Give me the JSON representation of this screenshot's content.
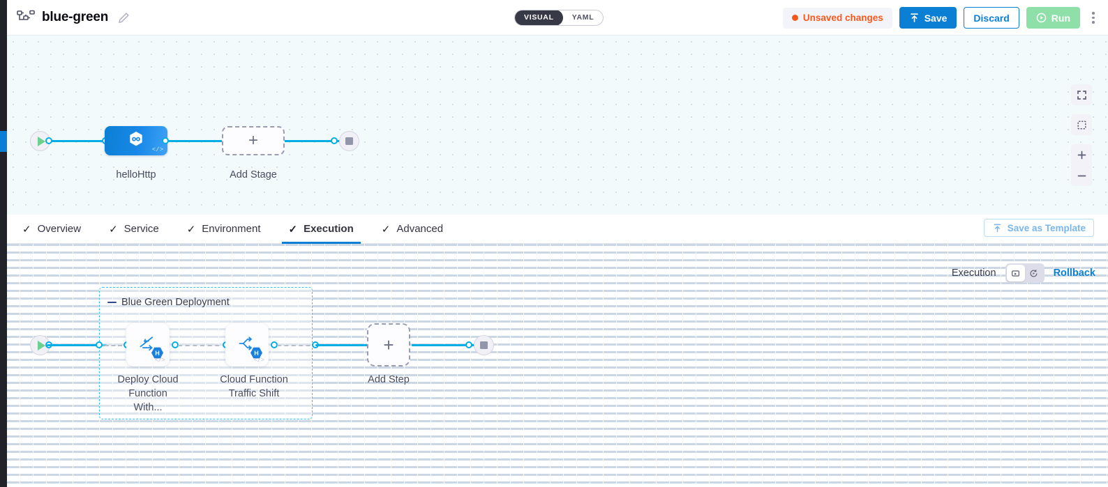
{
  "header": {
    "pipeline_icon": "pipeline-icon",
    "title": "blue-green",
    "edit_icon": "pencil-icon",
    "view_toggle": {
      "options": [
        "VISUAL",
        "YAML"
      ],
      "selected": "VISUAL"
    },
    "unsaved_label": "Unsaved changes",
    "save_label": "Save",
    "discard_label": "Discard",
    "run_label": "Run",
    "more_menu": "kebab-menu-icon",
    "colors": {
      "accent_blue": "#0b7fd4",
      "unsaved_orange": "#f6591e",
      "run_green": "#8fe0a8",
      "toggle_dark": "#383946"
    }
  },
  "canvas_controls": [
    {
      "name": "fullscreen-button",
      "icon": "fullscreen-icon"
    },
    {
      "name": "fit-to-screen-button",
      "icon": "fit-screen-icon"
    },
    {
      "name": "zoom-in-button",
      "icon": "plus-icon"
    },
    {
      "name": "zoom-out-button",
      "icon": "minus-icon"
    }
  ],
  "stage_canvas": {
    "start_node": "start-node",
    "end_node": "end-node",
    "stages": [
      {
        "label": "helloHttp",
        "icon": "harness-infinity-icon",
        "badge": "</>"
      }
    ],
    "add_stage_label": "Add Stage"
  },
  "tabs": [
    {
      "label": "Overview",
      "checked": true,
      "active": false
    },
    {
      "label": "Service",
      "checked": true,
      "active": false
    },
    {
      "label": "Environment",
      "checked": true,
      "active": false
    },
    {
      "label": "Execution",
      "checked": true,
      "active": true
    },
    {
      "label": "Advanced",
      "checked": true,
      "active": false
    }
  ],
  "save_as_template_label": "Save as Template",
  "execution_canvas": {
    "exec_label": "Execution",
    "rollback_label": "Rollback",
    "mode_toggle": {
      "options": [
        {
          "name": "execution-mode-button",
          "icon": "execution-icon"
        },
        {
          "name": "rollback-mode-button",
          "icon": "rollback-icon"
        }
      ],
      "selected_index": 0
    },
    "group": {
      "title": "Blue Green Deployment",
      "steps": [
        {
          "label": "Deploy Cloud Function With...",
          "line1": "Deploy Cloud",
          "line2": "Function With...",
          "icon": "deploy-cloud-function-icon",
          "badge": "</>"
        },
        {
          "label": "Cloud Function Traffic Shift",
          "line1": "Cloud Function",
          "line2": "Traffic Shift",
          "icon": "traffic-shift-icon",
          "badge": "</>"
        }
      ]
    },
    "add_step_label": "Add Step",
    "start_node": "start-node",
    "end_node": "end-node"
  }
}
